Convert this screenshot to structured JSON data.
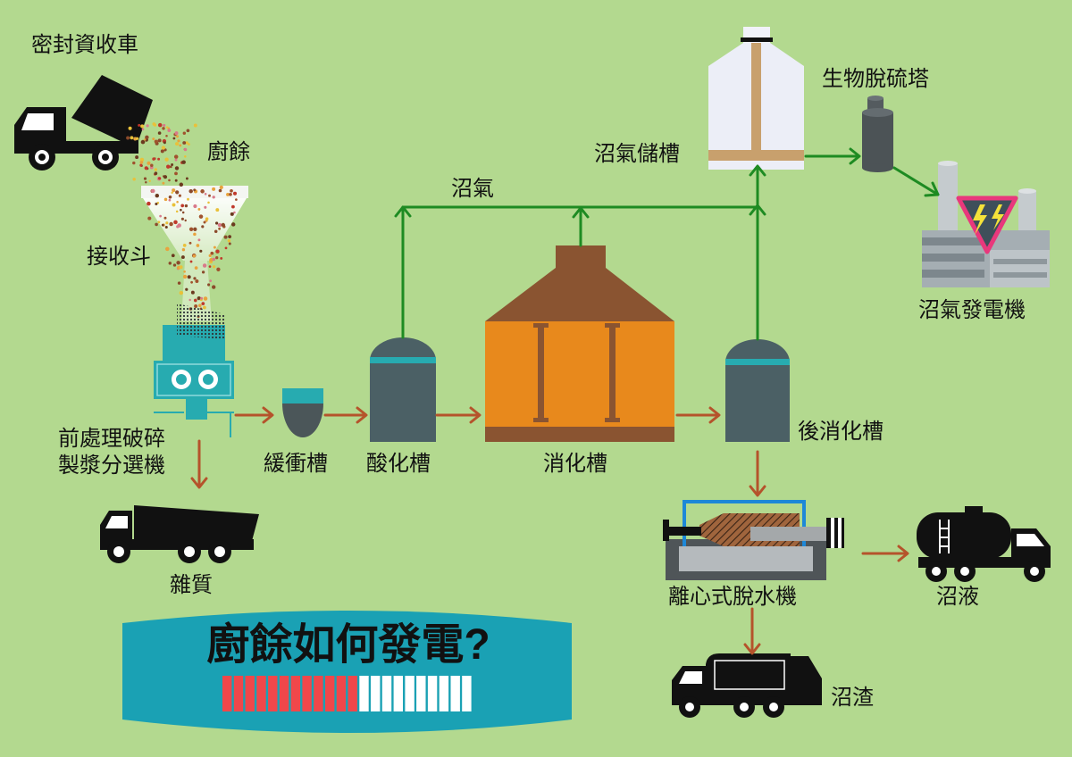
{
  "labels": {
    "sealed_truck": "密封資收車",
    "food_waste": "廚餘",
    "receiving_hopper": "接收斗",
    "pretreatment_line1": "前處理破碎",
    "pretreatment_line2": "製漿分選機",
    "impurities": "雜質",
    "buffer_tank": "緩衝槽",
    "acidification_tank": "酸化槽",
    "digester": "消化槽",
    "post_digester": "後消化槽",
    "biogas": "沼氣",
    "biogas_storage": "沼氣儲槽",
    "desulfurization_tower": "生物脫硫塔",
    "biogas_generator": "沼氣發電機",
    "centrifuge": "離心式脫水機",
    "liquid_digestate": "沼液",
    "solid_digestate": "沼渣"
  },
  "banner": {
    "title": "廚餘如何發電?",
    "progress": {
      "filled": 12,
      "total": 22
    }
  },
  "colors": {
    "background": "#b3d98f",
    "process_flow": "#b5532b",
    "biogas_flow": "#1e8b22",
    "tank_teal": "#27abb0",
    "tank_body": "#4b6065",
    "digester_body": "#e8891c",
    "digester_roof": "#8a5431",
    "banner": "#1aa1b4",
    "progress_filled": "#f0474a",
    "progress_empty": "#ffffff",
    "food_waste_label": "#c2612d",
    "food_waste_particles": [
      "#8b4a2b",
      "#c0392b",
      "#e8a33d",
      "#d97a8a",
      "#a0522d",
      "#e9c13a",
      "#6b3a1f"
    ]
  }
}
